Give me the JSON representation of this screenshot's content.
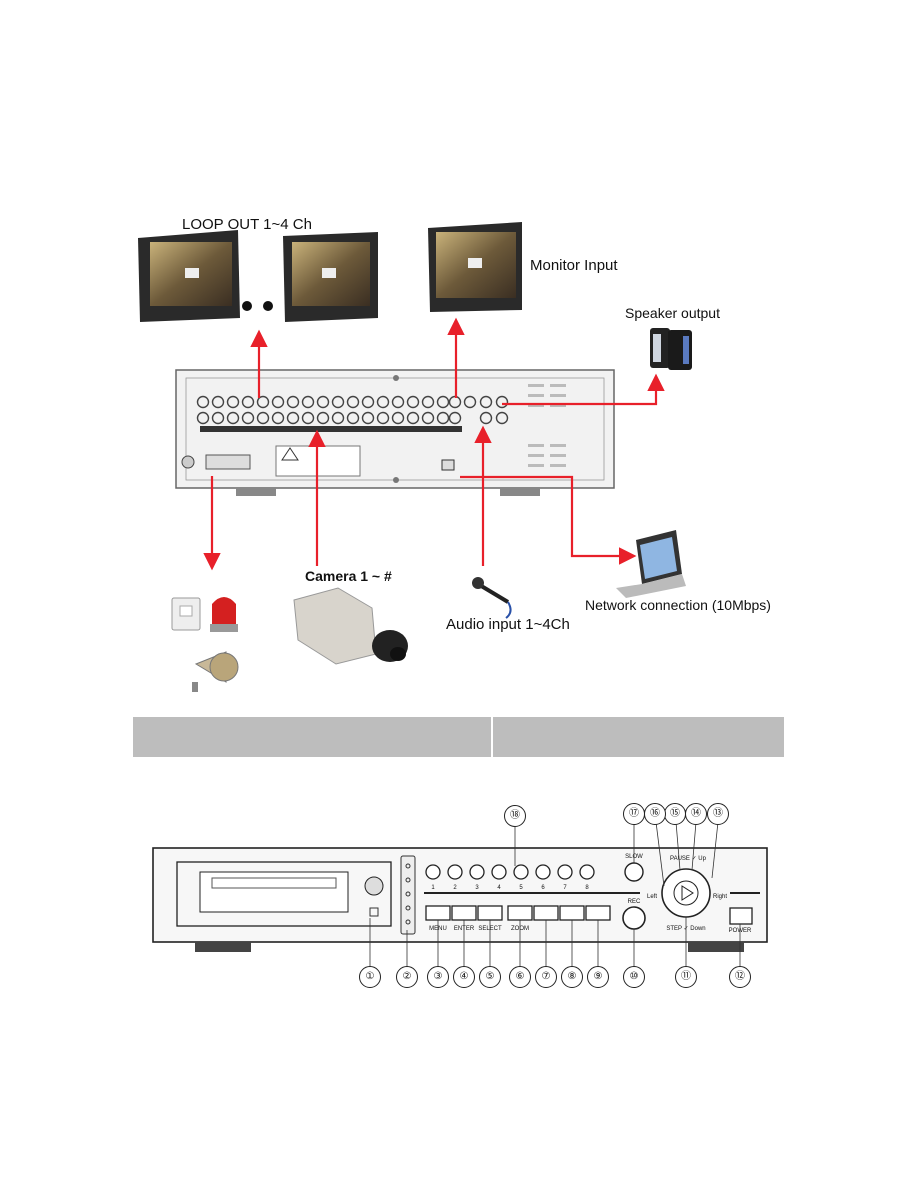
{
  "connection_diagram": {
    "labels": {
      "loop_out": "LOOP OUT  1~4 Ch",
      "monitor_input": "Monitor Input",
      "speaker_output": "Speaker output",
      "camera": "Camera 1 ~ #",
      "audio_input": "Audio input 1~4Ch",
      "network": "Network connection (10Mbps)"
    },
    "colors": {
      "arrow": "#e8202a",
      "bar": "#bdbdbd"
    }
  },
  "front_panel": {
    "callouts": [
      "①",
      "②",
      "③",
      "④",
      "⑤",
      "⑥",
      "⑦",
      "⑧",
      "⑨",
      "⑩",
      "⑪",
      "⑫",
      "⑬",
      "⑭",
      "⑮",
      "⑯",
      "⑰",
      "⑱"
    ],
    "button_labels": {
      "menu": "MENU",
      "enter": "ENTER",
      "select": "SELECT",
      "zoom": "ZOOM",
      "slow": "SLOW",
      "rec": "REC",
      "power": "POWER",
      "step": "STEP ✓ Down",
      "pause": "PAUSE ✓ Up",
      "left": "Left",
      "right": "Right"
    },
    "channel_numbers": [
      "1",
      "2",
      "3",
      "4",
      "5",
      "6",
      "7",
      "8"
    ]
  }
}
